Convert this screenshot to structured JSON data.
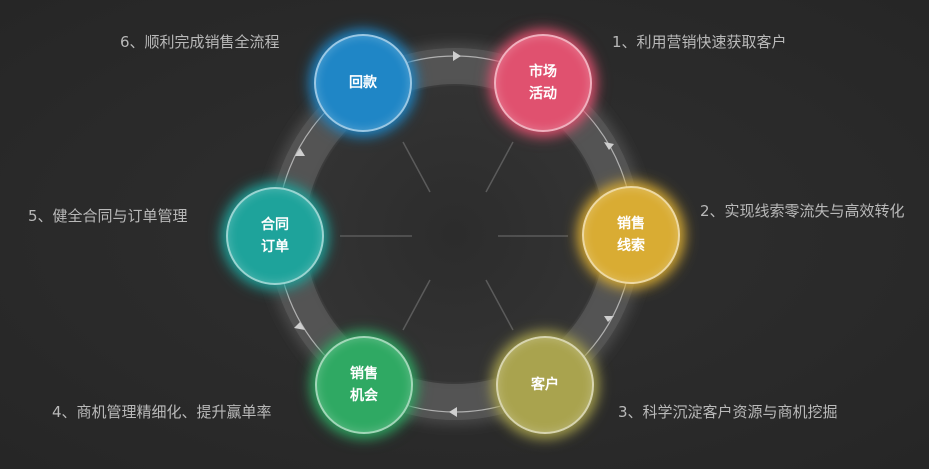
{
  "nodes": [
    {
      "id": "market",
      "lines": [
        "市场",
        "活动"
      ],
      "color": "#e0516f"
    },
    {
      "id": "leads",
      "lines": [
        "销售",
        "线索"
      ],
      "color": "#d9ac33"
    },
    {
      "id": "customer",
      "lines": [
        "客户"
      ],
      "color": "#a9a34e"
    },
    {
      "id": "opportunity",
      "lines": [
        "销售",
        "机会"
      ],
      "color": "#2fa963"
    },
    {
      "id": "contract",
      "lines": [
        "合同",
        "订单"
      ],
      "color": "#1ea39b"
    },
    {
      "id": "payment",
      "lines": [
        "回款"
      ],
      "color": "#1f86c6"
    }
  ],
  "captions": {
    "c1": "1、利用营销快速获取客户",
    "c2": "2、实现线索零流失与高效转化",
    "c3": "3、科学沉淀客户资源与商机挖掘",
    "c4": "4、商机管理精细化、提升赢单率",
    "c5": "5、健全合同与订单管理",
    "c6": "6、顺利完成销售全流程"
  }
}
